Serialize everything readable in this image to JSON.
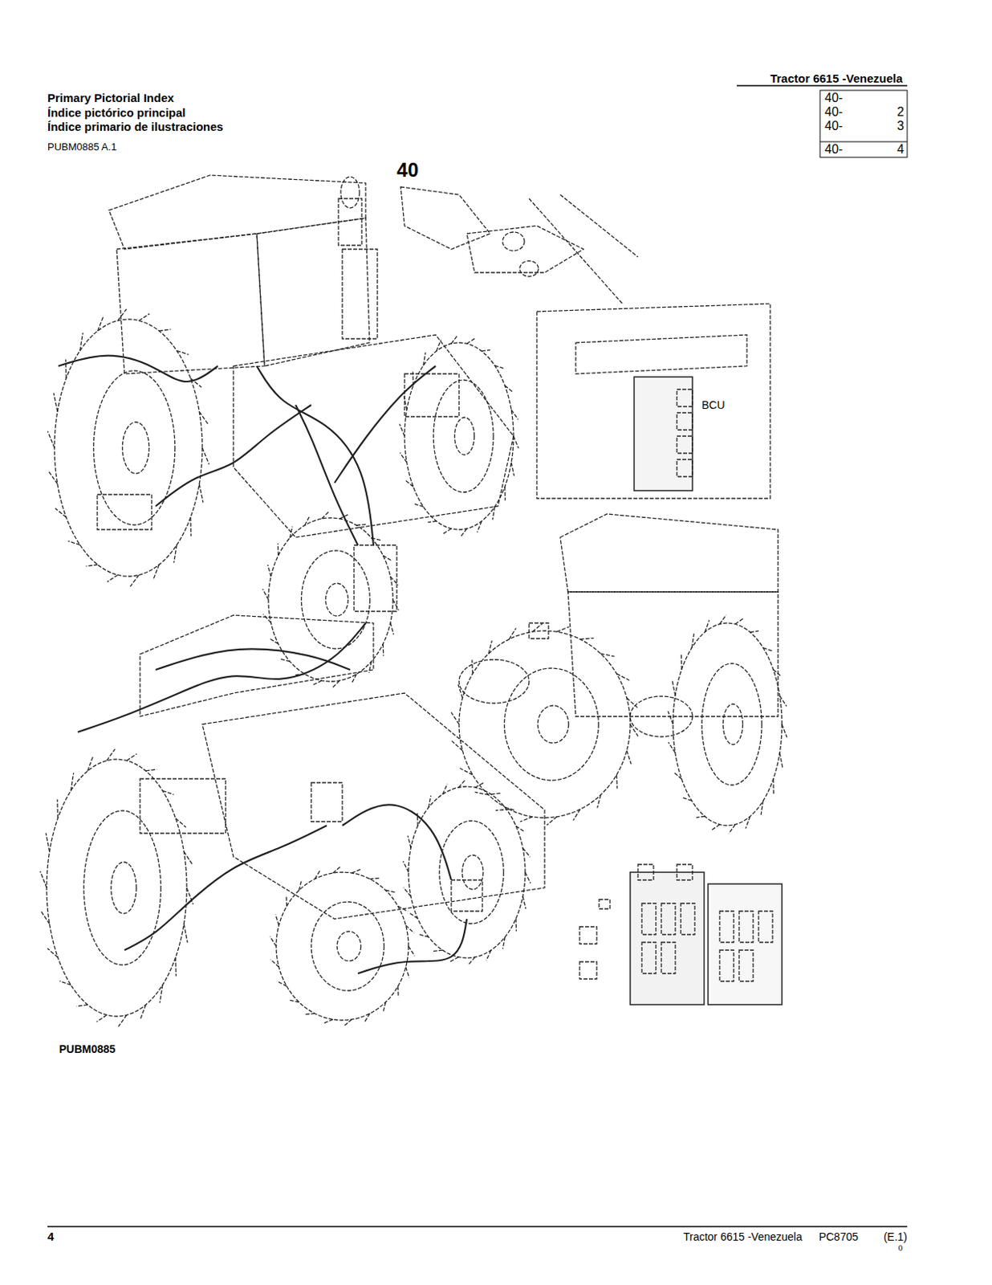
{
  "diagram": {
    "title": "Primary Pictorial Index",
    "labels": [
      "Tractor 6615 -Venezuela",
      "Índice pictórico principal",
      "Índice primario de ilustraciones",
      "PUBM0885 A.1",
      "40-",
      "40-",
      "2",
      "40-",
      "3",
      "40-",
      "4",
      "40",
      "BCU",
      "PUBM0885",
      "4",
      "Tractor 6615 -Venezuela",
      "PC8705",
      "(E.1)",
      "0"
    ]
  }
}
